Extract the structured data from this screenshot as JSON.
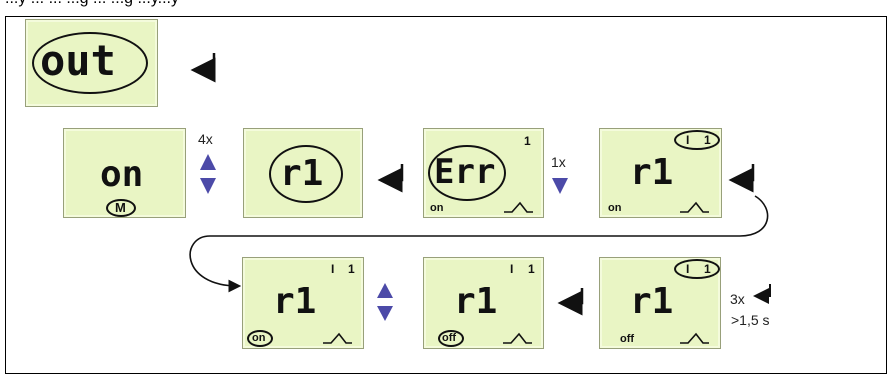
{
  "header_text": "...y ... ... ...g ... ...g ...y...y",
  "steps": [
    {
      "display": "out"
    },
    {
      "display": "on",
      "sub": "M",
      "repeat": "4x"
    },
    {
      "display": "r1"
    },
    {
      "display": "Err",
      "corner": "1",
      "mode": "on",
      "repeat": "1x"
    },
    {
      "display": "r1",
      "corner_left": "I",
      "corner": "1",
      "mode": "on"
    },
    {
      "display": "r1",
      "corner_left": "I",
      "corner": "1",
      "mode": "on"
    },
    {
      "display": "r1",
      "corner_left": "I",
      "corner": "1",
      "mode": "off"
    },
    {
      "display": "r1",
      "corner_left": "I",
      "corner": "1",
      "mode": "off",
      "repeat": "3x",
      "hold": ">1,5 s"
    }
  ],
  "colors": {
    "lcd_bg": "#e9f5c4",
    "arrow": "#4c4aa8",
    "enter_arrow": "#111111"
  },
  "icons": [
    "enter-arrow-icon",
    "up-down-arrow-icon",
    "down-arrow-icon",
    "switch-contact-icon"
  ]
}
